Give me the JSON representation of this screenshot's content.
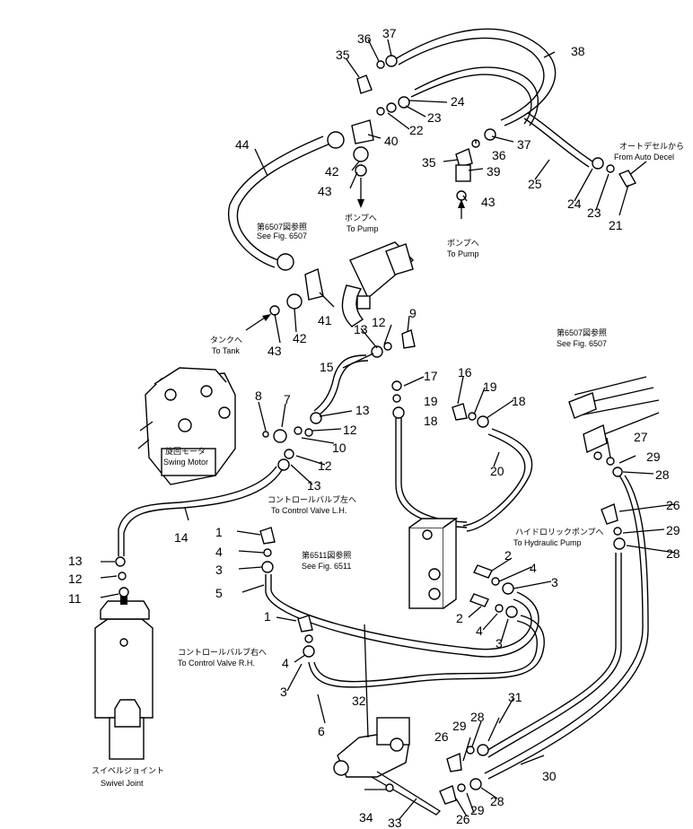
{
  "callouts": [
    "36",
    "37",
    "38",
    "35",
    "24",
    "23",
    "22",
    "40",
    "44",
    "37",
    "35",
    "36",
    "39",
    "42",
    "43",
    "25",
    "24",
    "23",
    "21",
    "43",
    "41",
    "42",
    "43",
    "12",
    "9",
    "13",
    "15",
    "17",
    "16",
    "19",
    "18",
    "19",
    "18",
    "8",
    "7",
    "13",
    "12",
    "10",
    "12",
    "13",
    "20",
    "14",
    "27",
    "29",
    "28",
    "26",
    "29",
    "28",
    "1",
    "4",
    "3",
    "2",
    "4",
    "3",
    "5",
    "2",
    "4",
    "3",
    "13",
    "12",
    "11",
    "1",
    "4",
    "3",
    "6",
    "31",
    "32",
    "28",
    "29",
    "26",
    "30",
    "34",
    "33",
    "26",
    "29",
    "28"
  ],
  "notes": {
    "auto_decel_jp": "オートデセルから",
    "auto_decel_en": "From Auto Decel",
    "fig6507_top_jp": "第6507図参照",
    "fig6507_top_en": "See Fig. 6507",
    "to_pump_jp": "ポンプへ",
    "to_pump_en": "To Pump",
    "to_pump2_jp": "ポンプへ",
    "to_pump2_en": "To Pump",
    "to_tank_jp": "タンクへ",
    "to_tank_en": "To Tank",
    "swing_motor_jp": "旋回モータ",
    "swing_motor_en": "Swing Motor",
    "fig6507_right_jp": "第6507図参照",
    "fig6507_right_en": "See Fig. 6507",
    "cv_lh_jp": "コントロールバルブ左へ",
    "cv_lh_en": "To Control Valve L.H.",
    "fig6511_jp": "第6511図参照",
    "fig6511_en": "See Fig. 6511",
    "hyd_pump_jp": "ハイドロリックポンプへ",
    "hyd_pump_en": "To Hydraulic Pump",
    "cv_rh_jp": "コントロールバルブ右へ",
    "cv_rh_en": "To Control Valve R.H.",
    "swivel_jp": "スイベルジョイント",
    "swivel_en": "Swivel Joint"
  }
}
